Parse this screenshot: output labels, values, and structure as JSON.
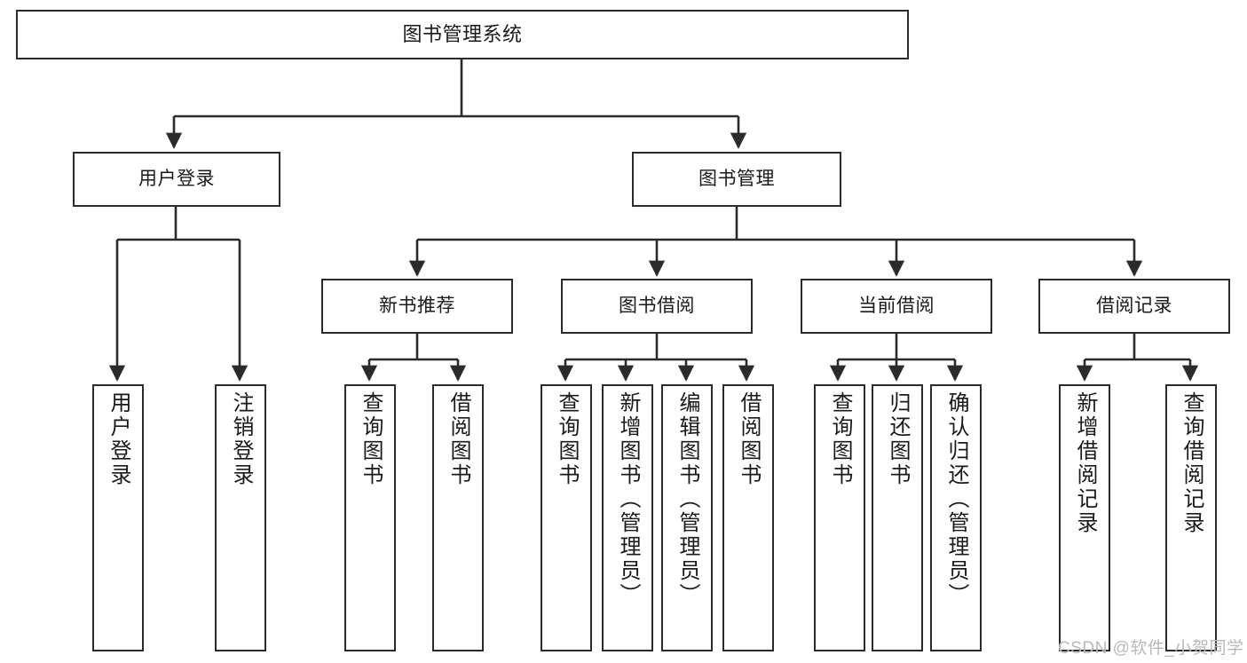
{
  "diagram": {
    "title": "图书管理系统",
    "type": "functional-structure-tree",
    "watermark": "CSDN @软件_小贺同学",
    "colors": {
      "node_border": "#2b2b2b",
      "node_fill": "#ffffff",
      "edge": "#2b2b2b",
      "text": "#1a1a1a",
      "watermark": "#b9b9b9"
    },
    "levels": {
      "level1": [
        "图书管理系统"
      ],
      "level2": [
        "用户登录",
        "图书管理"
      ],
      "level3": [
        "新书推荐",
        "图书借阅",
        "当前借阅",
        "借阅记录"
      ],
      "level4": [
        "用户登录",
        "注销登录",
        "查询图书",
        "借阅图书",
        "查询图书",
        "新增图书（管理员）",
        "编辑图书（管理员）",
        "借阅图书",
        "查询图书",
        "归还图书",
        "确认归还（管理员）",
        "新增借阅记录",
        "查询借阅记录"
      ]
    },
    "nodes": {
      "root": {
        "label": "图书管理系统"
      },
      "user_login": {
        "label": "用户登录"
      },
      "book_manage": {
        "label": "图书管理"
      },
      "new_book_rec": {
        "label": "新书推荐"
      },
      "book_borrow": {
        "label": "图书借阅"
      },
      "current_borrow": {
        "label": "当前借阅"
      },
      "borrow_record": {
        "label": "借阅记录"
      },
      "leaf_user_login": {
        "label": "用户登录"
      },
      "leaf_logout": {
        "label": "注销登录"
      },
      "leaf_query_book_1": {
        "label": "查询图书"
      },
      "leaf_borrow_book_1": {
        "label": "借阅图书"
      },
      "leaf_query_book_2": {
        "label": "查询图书"
      },
      "leaf_add_book_admin": {
        "label": "新增图书（管理员）"
      },
      "leaf_edit_book_admin": {
        "label": "编辑图书（管理员）"
      },
      "leaf_borrow_book_2": {
        "label": "借阅图书"
      },
      "leaf_query_book_3": {
        "label": "查询图书"
      },
      "leaf_return_book": {
        "label": "归还图书"
      },
      "leaf_confirm_return_admin": {
        "label": "确认归还（管理员）"
      },
      "leaf_add_borrow_record": {
        "label": "新增借阅记录"
      },
      "leaf_query_borrow_record": {
        "label": "查询借阅记录"
      }
    }
  }
}
